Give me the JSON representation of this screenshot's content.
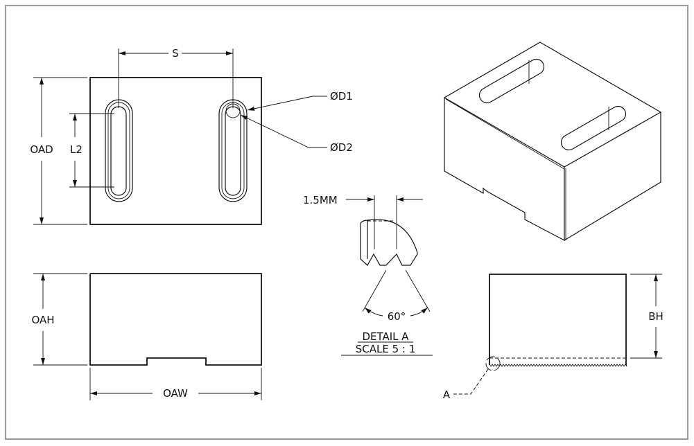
{
  "drawing": {
    "top_view": {
      "slot_spacing_label": "S",
      "overall_depth_label": "OAD",
      "slot_length_label": "L2",
      "counterbore_diameter_label": "ØD1",
      "through_diameter_label": "ØD2"
    },
    "front_view": {
      "overall_height_label": "OAH",
      "overall_width_label": "OAW"
    },
    "side_view": {
      "body_height_label": "BH",
      "detail_callout_label": "A"
    },
    "detail": {
      "pitch_label": "1.5MM",
      "angle_label": "60°",
      "title": "DETAIL A",
      "scale": "SCALE 5 : 1"
    }
  }
}
